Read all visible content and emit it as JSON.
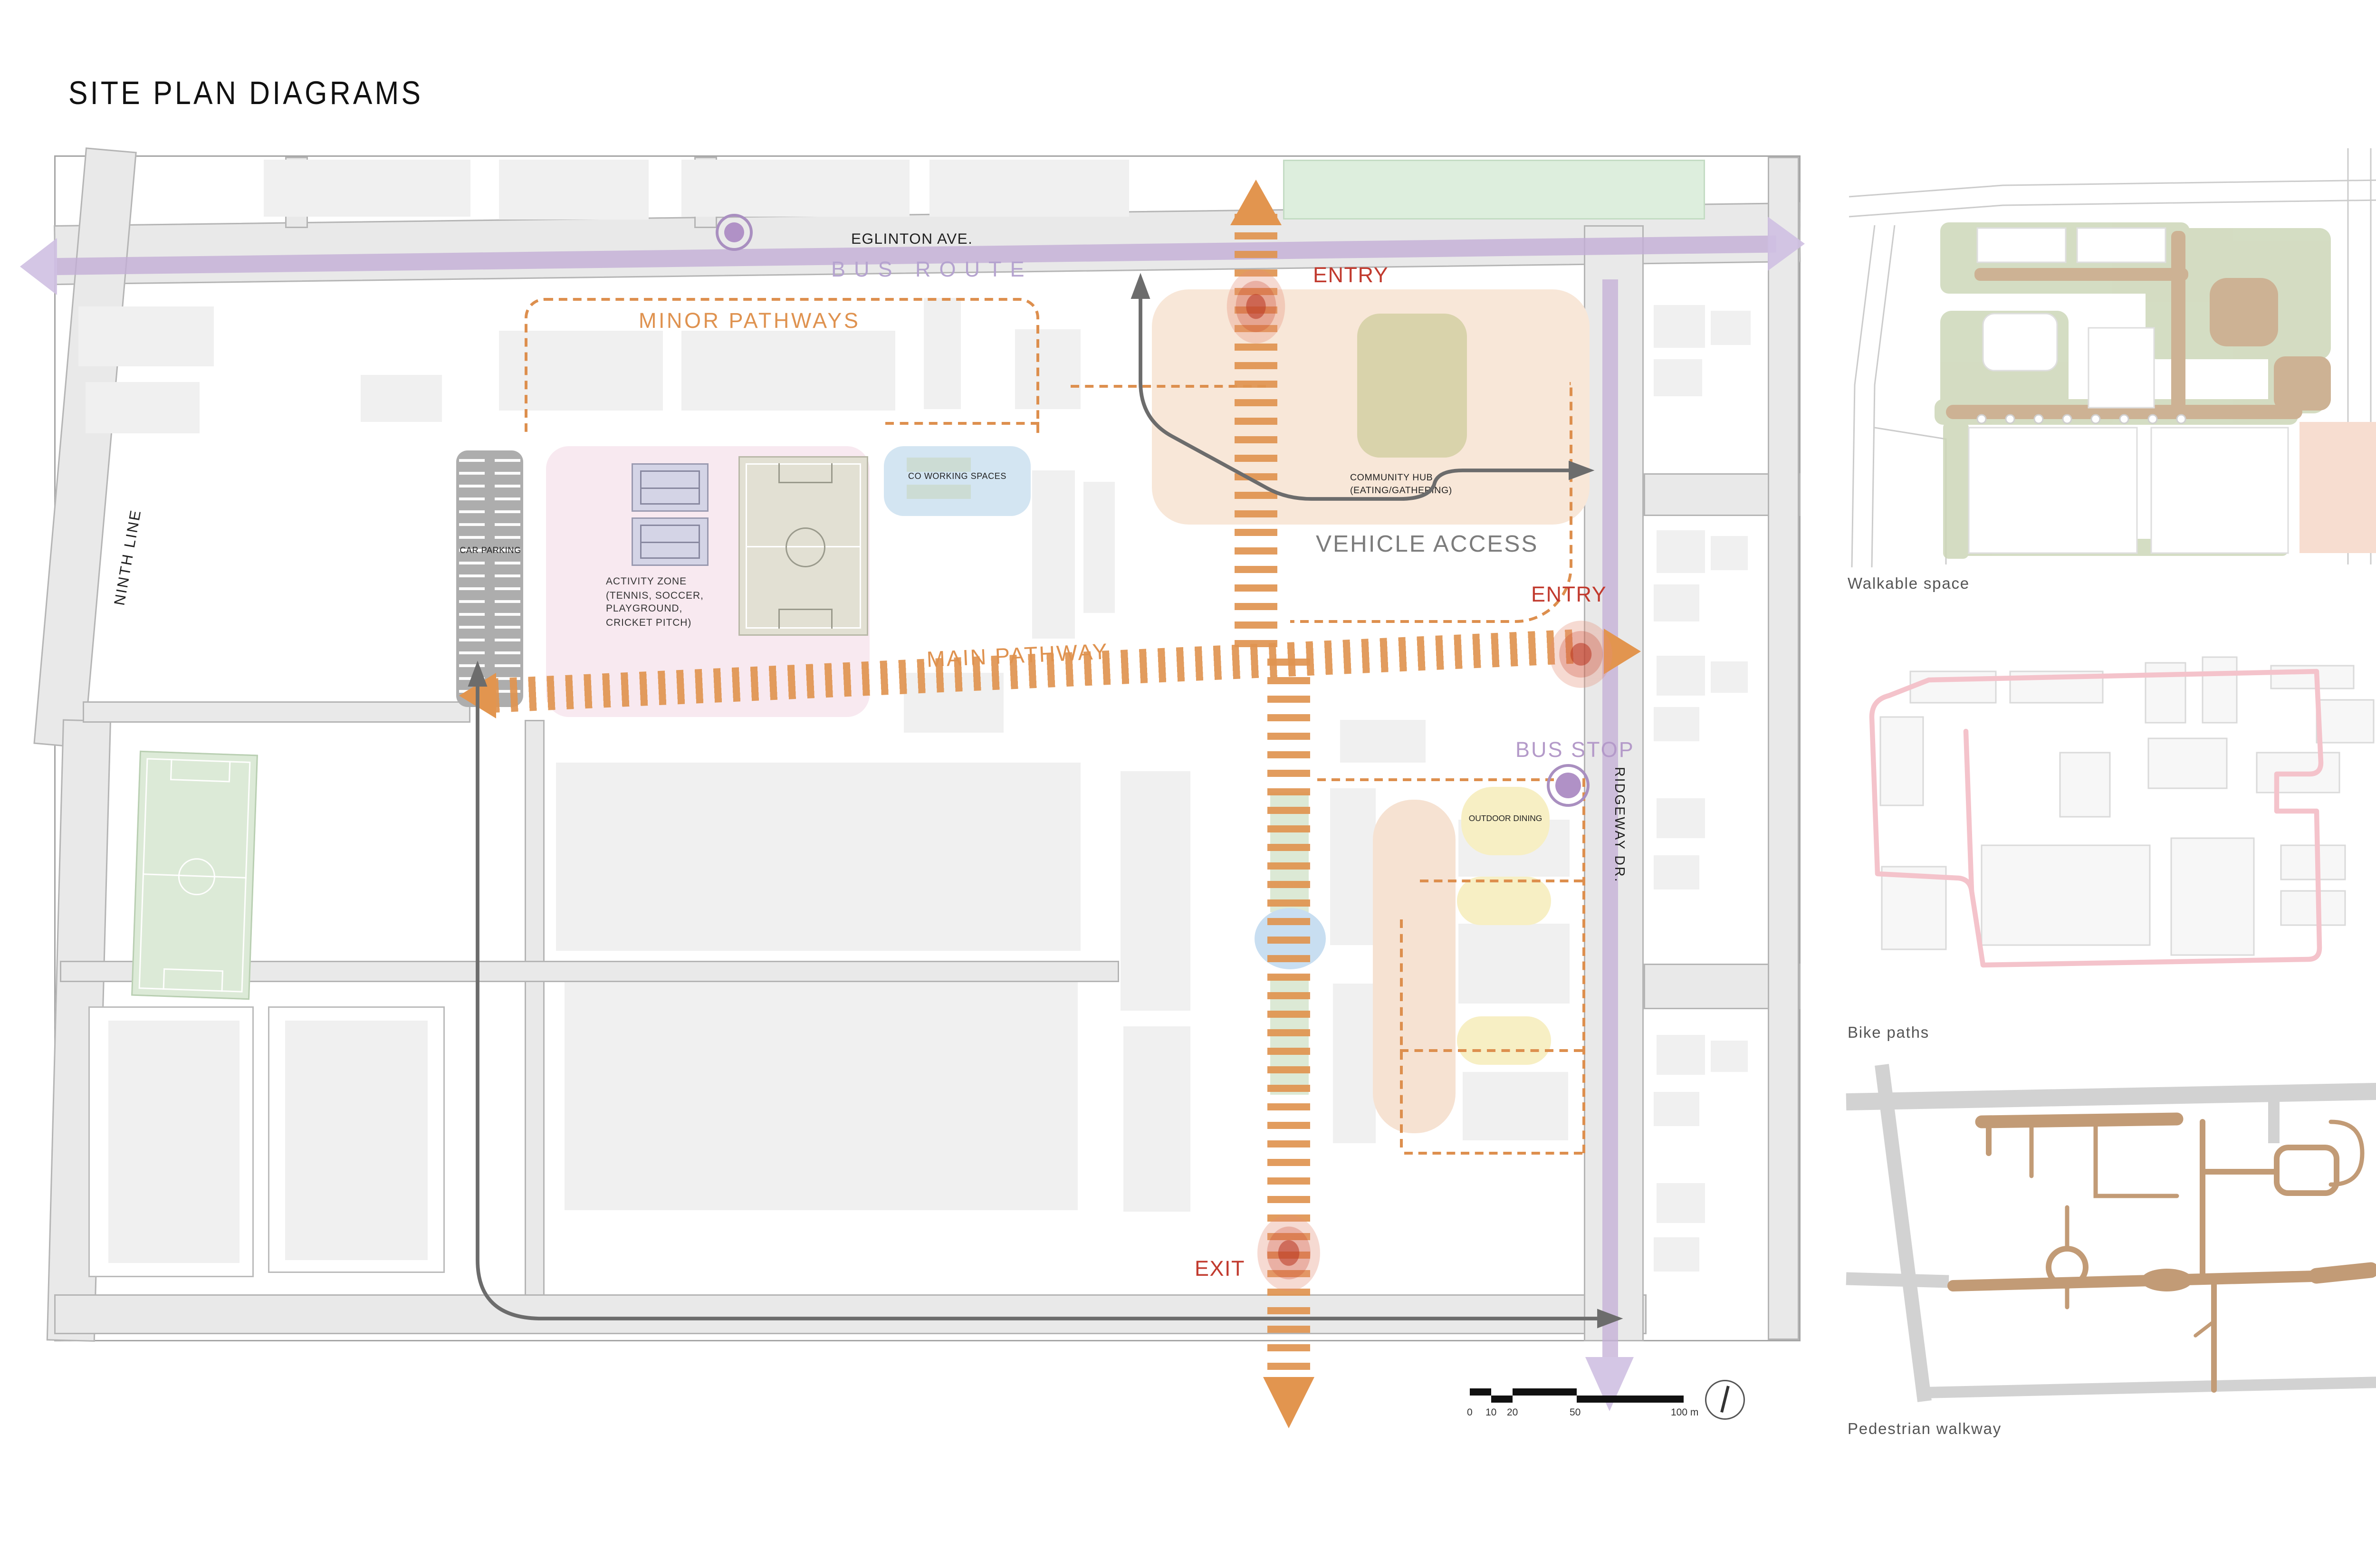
{
  "title": "SITE PLAN DIAGRAMS",
  "colors": {
    "pathway_orange": "#dd8f4e",
    "bus_route_purple": "#c3aed6",
    "entry_red": "#c13a2e",
    "vehicle_gray": "#6c6c6c",
    "activity_pink": "#f8e9f0",
    "coworking_blue": "#d3e5f2",
    "hub_peach": "#f8e7d8",
    "dining_yellow": "#f7efc4"
  },
  "main_map": {
    "streets": {
      "eglinton": "EGLINTON AVE.",
      "ninth_line": "NINTH LINE",
      "ridgeway": "RIDGEWAY DR."
    },
    "labels": {
      "bus_route": "BUS ROUTE",
      "minor_pathways": "MINOR PATHWAYS",
      "main_pathway": "MAIN PATHWAY",
      "vehicle_access": "VEHICLE ACCESS",
      "bus_stop": "BUS STOP",
      "entry_top": "ENTRY",
      "entry_east": "ENTRY",
      "exit": "EXIT",
      "car_parking": "CAR PARKING",
      "co_working": "CO WORKING SPACES",
      "outdoor_dining": "OUTDOOR DINING"
    },
    "activity_zone": {
      "line1": "ACTIVITY ZONE",
      "line2": "(TENNIS, SOCCER,",
      "line3": "PLAYGROUND,",
      "line4": "CRICKET PITCH)"
    },
    "community_hub": {
      "line1": "COMMUNITY HUB",
      "line2": "(EATING/GATHERING)"
    },
    "scale_bar": {
      "ticks": [
        "0",
        "10",
        "20",
        "50",
        "100 m"
      ]
    }
  },
  "thumbnails": [
    {
      "label": "Walkable space"
    },
    {
      "label": "Bike paths"
    },
    {
      "label": "Pedestrian walkway"
    }
  ]
}
